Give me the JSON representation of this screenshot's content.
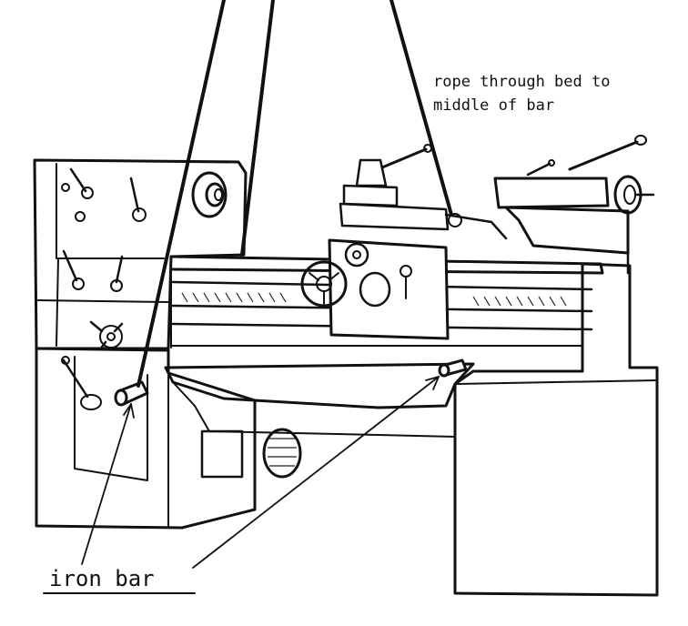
{
  "labels": {
    "rope_note_line1": "rope through bed to",
    "rope_note_line2": "middle of bar",
    "iron_bar": "iron bar"
  },
  "colors": {
    "ink": "#111111",
    "paper": "#ffffff"
  }
}
